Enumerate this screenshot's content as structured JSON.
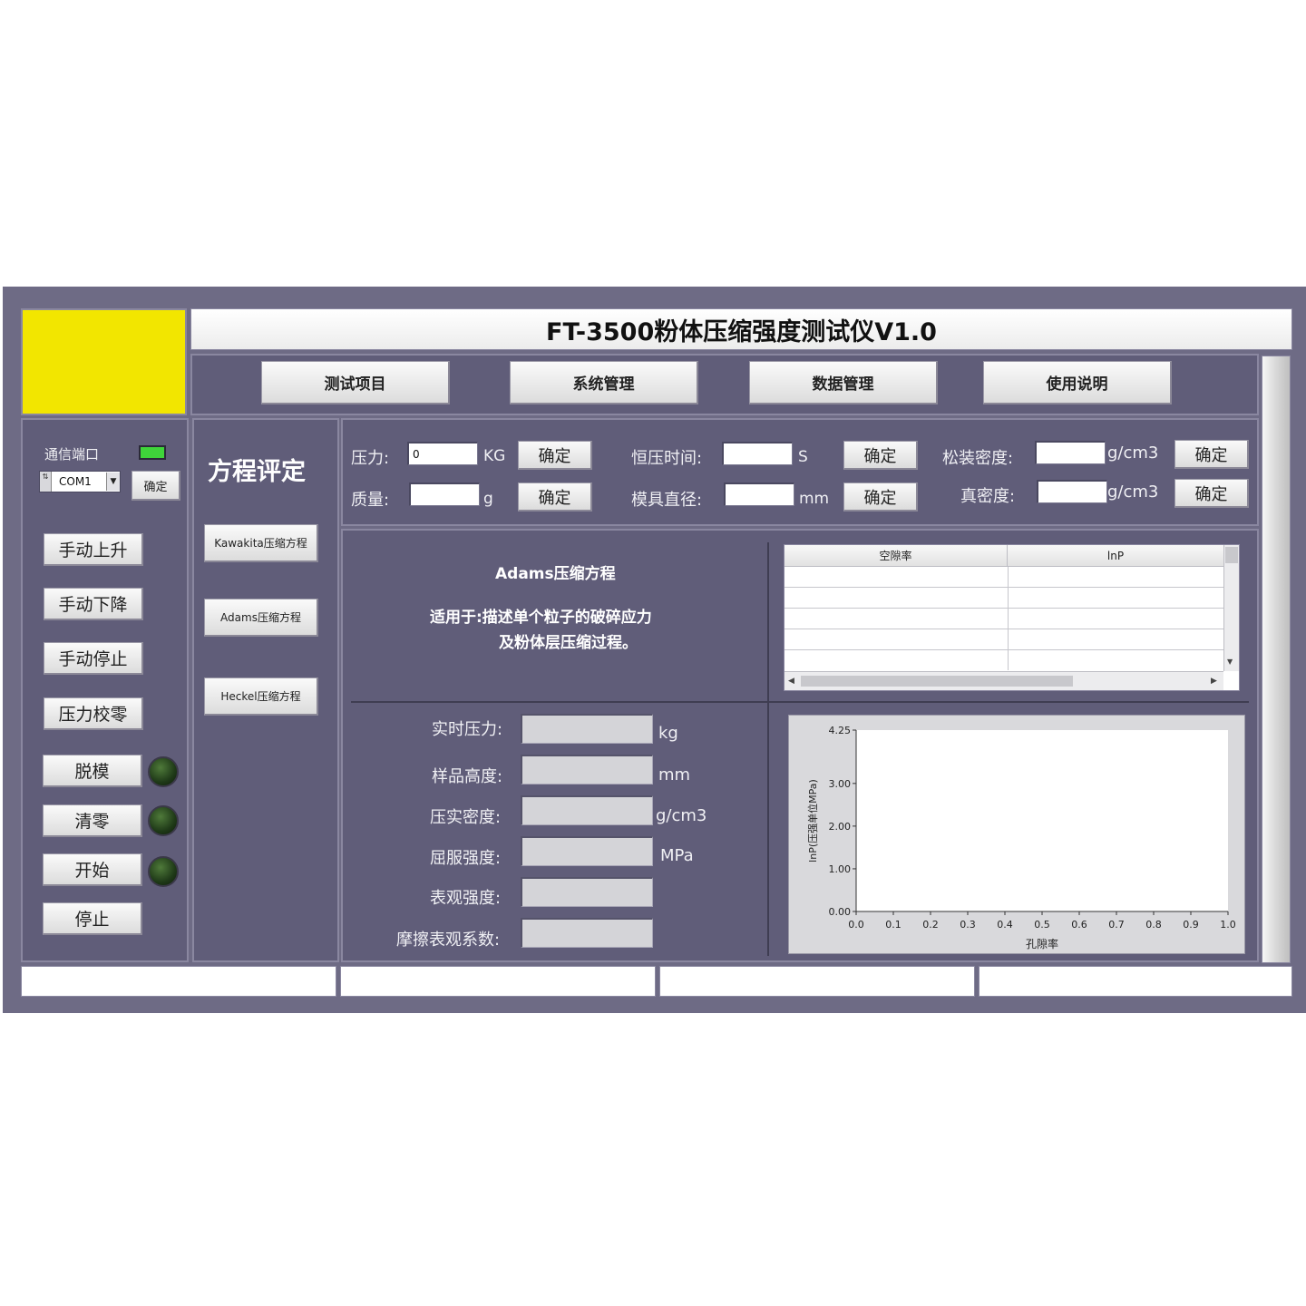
{
  "app": {
    "title": "FT-3500粉体压缩强度测试仪V1.0",
    "logo_color": "#f2e600"
  },
  "nav": {
    "items": [
      "测试项目",
      "系统管理",
      "数据管理",
      "使用说明"
    ]
  },
  "left": {
    "port_label": "通信端口",
    "port_value": "COM1",
    "port_confirm": "确定",
    "manual_up": "手动上升",
    "manual_down": "手动下降",
    "manual_stop": "手动停止",
    "pressure_zero": "压力校零",
    "demold": "脱模",
    "clear": "清零",
    "start": "开始",
    "stop": "停止"
  },
  "equations": {
    "heading": "方程评定",
    "kawakita": "Kawakita压缩方程",
    "adams": "Adams压缩方程",
    "heckel": "Heckel压缩方程"
  },
  "params": {
    "pressure_label": "压力:",
    "pressure_value": "0",
    "pressure_unit": "KG",
    "mass_label": "质量:",
    "mass_unit": "g",
    "hold_label": "恒压时间:",
    "hold_unit": "S",
    "die_label": "模具直径:",
    "die_unit": "mm",
    "bulk_label": "松装密度:",
    "bulk_unit": "g/cm3",
    "true_label": "真密度:",
    "true_unit": "g/cm3",
    "confirm": "确定"
  },
  "info": {
    "title": "Adams压缩方程",
    "line1": "适用于:描述单个粒子的破碎应力",
    "line2": "及粉体层压缩过程。"
  },
  "table": {
    "columns": [
      "空隙率",
      "lnP"
    ]
  },
  "readouts": {
    "realtime_pressure": "实时压力:",
    "realtime_pressure_unit": "kg",
    "sample_height": "样品高度:",
    "sample_height_unit": "mm",
    "compact_density": "压实密度:",
    "compact_density_unit": "g/cm3",
    "yield_strength": "屈服强度:",
    "yield_strength_unit": "MPa",
    "apparent_strength": "表观强度:",
    "friction_coef": "摩擦表观系数:"
  },
  "chart_data": {
    "type": "scatter",
    "xlabel": "孔隙率",
    "ylabel": "lnP(压强单位MPa)",
    "xlim": [
      0.0,
      1.0
    ],
    "ylim": [
      0.0,
      4.25
    ],
    "x_ticks": [
      "0.0",
      "0.1",
      "0.2",
      "0.3",
      "0.4",
      "0.5",
      "0.6",
      "0.7",
      "0.8",
      "0.9",
      "1.0"
    ],
    "y_ticks": [
      "0.00",
      "1.00",
      "2.00",
      "3.00",
      "4.25"
    ],
    "grid": false,
    "series": []
  }
}
